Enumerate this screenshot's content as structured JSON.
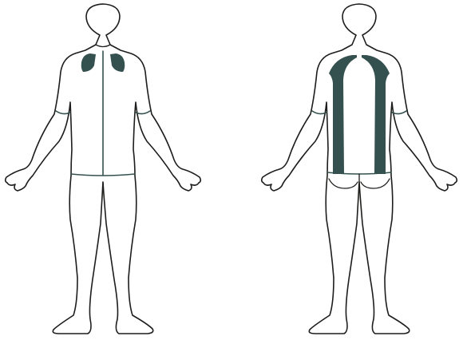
{
  "figure": {
    "views": [
      {
        "id": "front",
        "icon": "human-body-front-icon"
      },
      {
        "id": "back",
        "icon": "human-body-back-icon"
      }
    ],
    "colors": {
      "outline": "#1d1d1b",
      "accent": "#34504f",
      "background": "#ffffff"
    },
    "highlighted_regions": {
      "front": [
        "left-shoulder",
        "right-shoulder",
        "front-center-seam",
        "sleeve-cuffs",
        "waist-hem"
      ],
      "back": [
        "left-back-strap",
        "right-back-strap",
        "sleeve-cuffs",
        "waist-hem"
      ]
    }
  }
}
